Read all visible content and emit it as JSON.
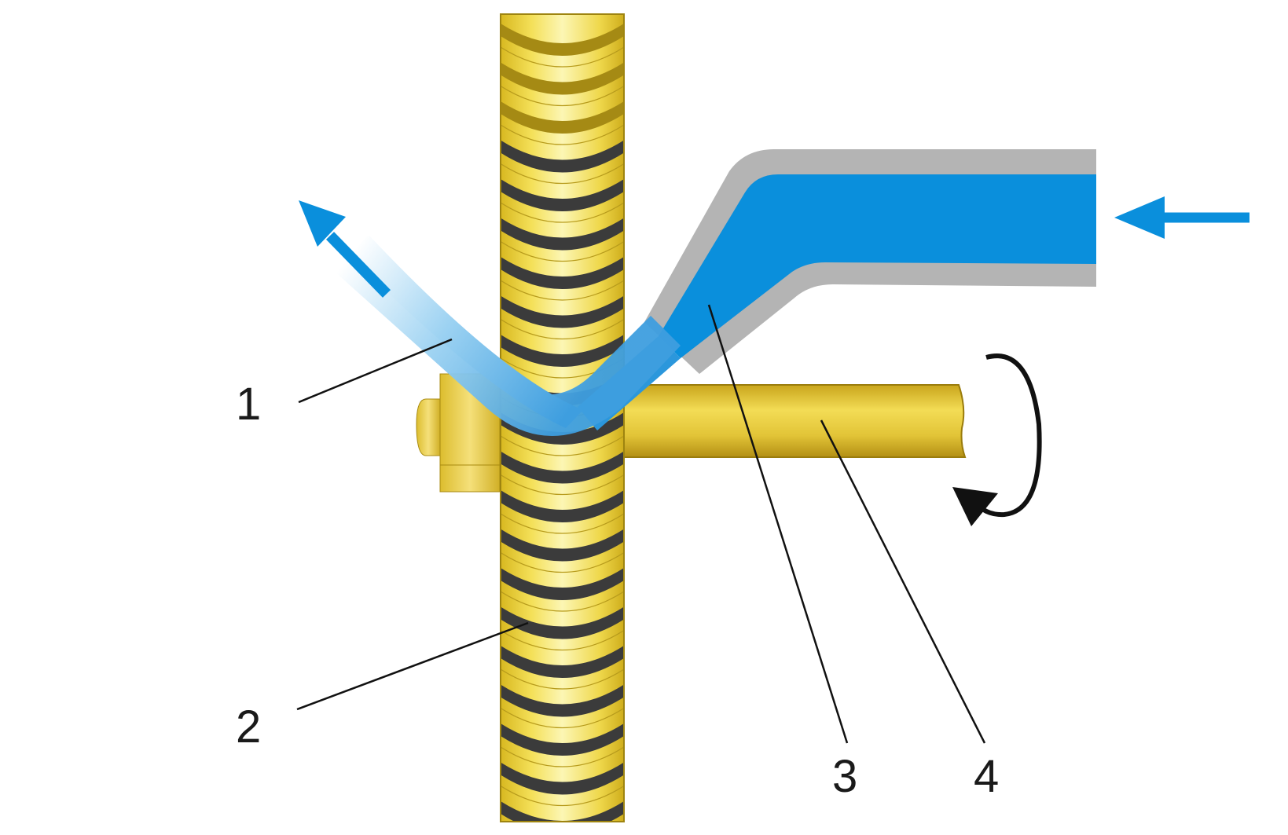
{
  "labels": {
    "one": "1",
    "two": "2",
    "three": "3",
    "four": "4"
  },
  "colors": {
    "wheel_gold": "#e9d43a",
    "wheel_highlight": "#fbf3a6",
    "wheel_groove": "#3a3a3a",
    "shaft_gold": "#e7c93a",
    "jet_blue": "#0a8fdc",
    "nozzle_wall": "#b4b4b4",
    "arrow_dark": "#111111"
  },
  "icons": {
    "flow_in": "arrow-left-icon",
    "flow_out": "arrow-up-left-icon",
    "rotation": "rotation-arrow-icon"
  }
}
